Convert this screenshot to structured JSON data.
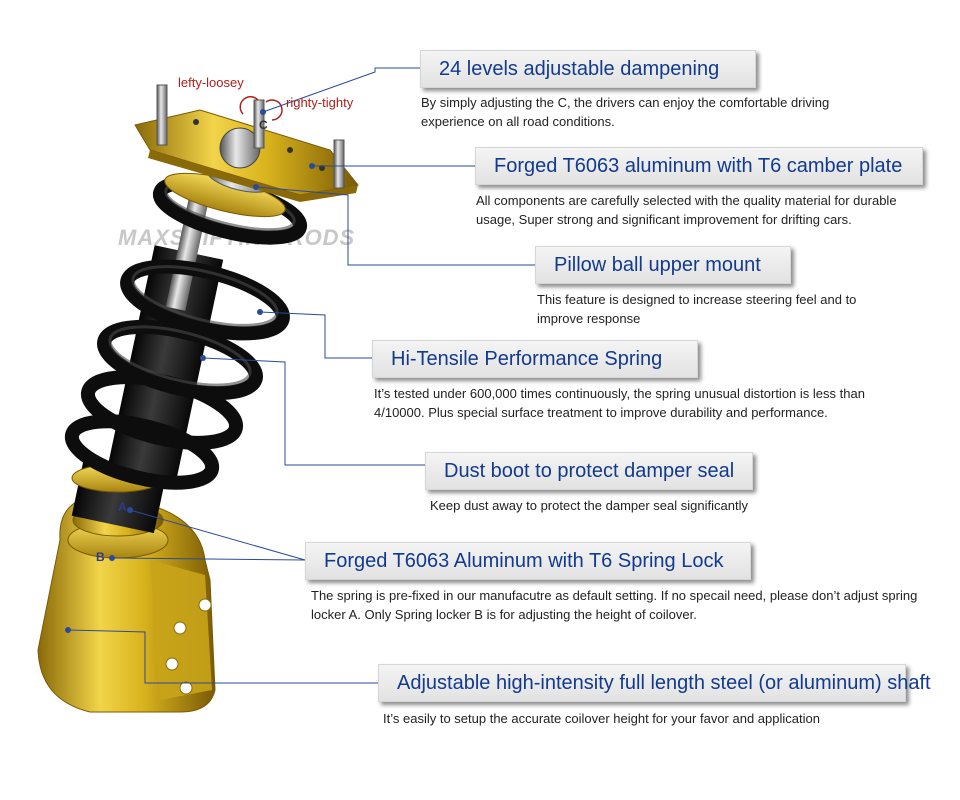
{
  "colors": {
    "title_text": "#123a8f",
    "leader_line": "#2b4a9a",
    "gold": "#d8b21c",
    "spring": "#111111",
    "red_label": "#b0201a"
  },
  "annotations": {
    "lefty": "lefty-loosey",
    "righty": "righty-tighty",
    "c": "C",
    "a": "A",
    "b": "B"
  },
  "watermark": "MAXSHIFTING RODS",
  "features": [
    {
      "title": "24 levels adjustable dampening",
      "desc": "By simply adjusting the C, the drivers can enjoy the comfortable driving experience on all road conditions."
    },
    {
      "title": "Forged T6063 aluminum with T6 camber plate",
      "desc": "All components are carefully selected with the quality material for durable usage, Super strong and significant improvement for drifting cars."
    },
    {
      "title": "Pillow ball upper mount",
      "desc": "This feature is designed to increase steering feel and to improve response"
    },
    {
      "title": "Hi-Tensile Performance Spring",
      "desc": "It’s tested under 600,000 times continuously, the spring unusual distortion is less than 4/10000. Plus special surface treatment to improve durability and performance."
    },
    {
      "title": "Dust boot to protect damper seal",
      "desc": "Keep dust away to protect the damper seal significantly"
    },
    {
      "title": "Forged T6063 Aluminum with T6 Spring Lock",
      "desc": "The spring is pre-fixed in our manufacutre as default setting. If no specail need, please don’t adjust spring locker A. Only Spring locker B is for adjusting the height of coilover."
    },
    {
      "title": "Adjustable high-intensity full length steel (or aluminum) shaft",
      "desc": "It’s easily to setup the accurate coilover height for your favor and application"
    }
  ]
}
